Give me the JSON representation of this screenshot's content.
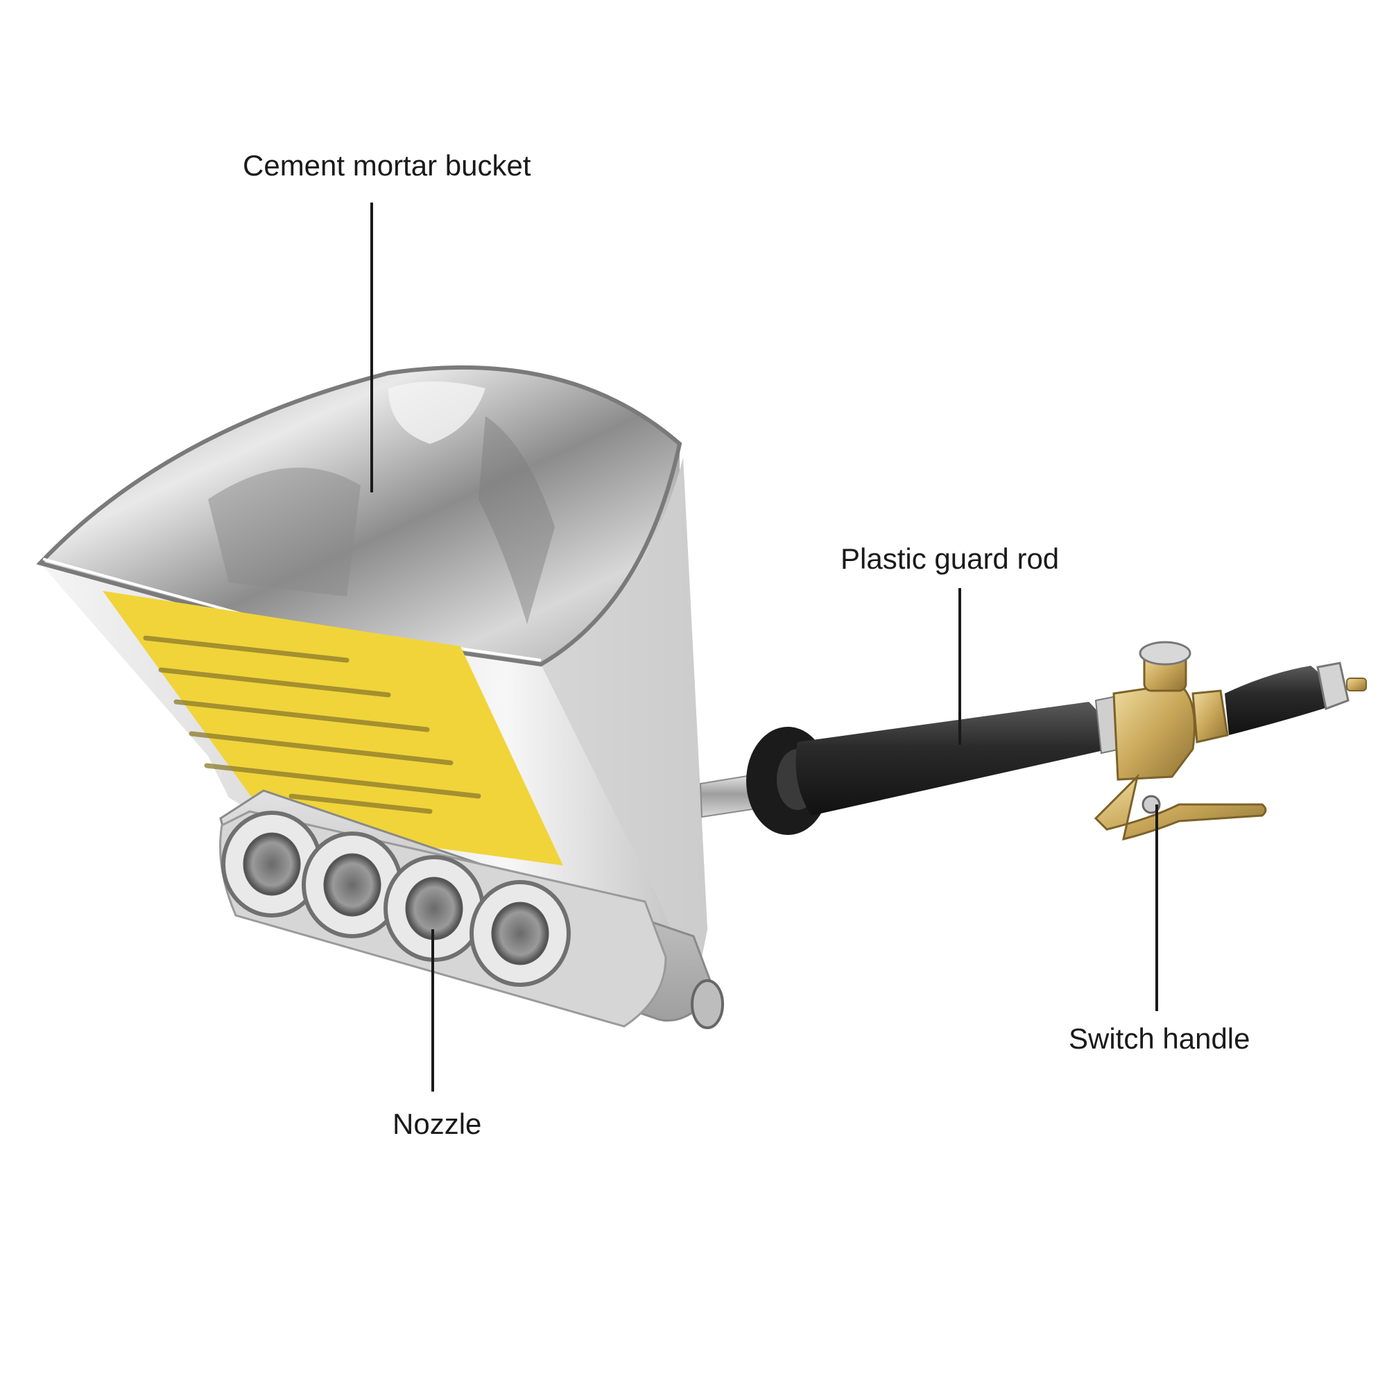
{
  "labels": {
    "bucket": "Cement mortar bucket",
    "rod": "Plastic guard rod",
    "switch": "Switch handle",
    "nozzle": "Nozzle"
  },
  "colors": {
    "label_text": "#1a1a1a",
    "leader_line": "#1a1a1a",
    "steel_light": "#f2f2f2",
    "steel_mid": "#b9b9b9",
    "steel_dark": "#6e6e6e",
    "warning_sticker": "#f1d43a",
    "rubber_grip": "#262626",
    "brass": "#c9a85a"
  },
  "icons": {
    "product": "hopper-spray-gun-illustration"
  }
}
